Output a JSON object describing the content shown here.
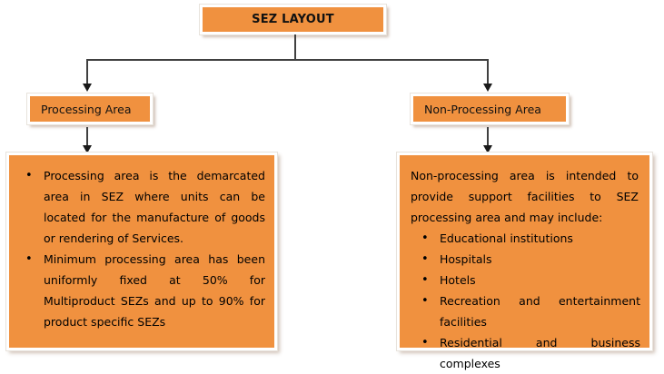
{
  "diagram": {
    "title_box": {
      "label": "SEZ LAYOUT"
    },
    "branches": [
      {
        "label": "Processing Area"
      },
      {
        "label": "Non-Processing Area"
      }
    ],
    "left_content": {
      "bullets": [
        "Processing area is the demarcated area in SEZ where units can be located for the manufacture of goods or rendering of Services.",
        "Minimum processing area has been uniformly fixed at 50% for Multiproduct SEZs and up to 90% for product specific SEZs"
      ]
    },
    "right_content": {
      "intro": "Non-processing area is intended to provide support facilities to SEZ processing area and may include:",
      "bullets": [
        "Educational institutions",
        "Hospitals",
        "Hotels",
        "Recreation and entertainment facilities",
        "Residential and business complexes"
      ]
    },
    "colors": {
      "box_fill": "#F0913F",
      "box_border": "#FFFFFF",
      "connector": "#404040",
      "text": "#111111",
      "background": "#FFFFFF"
    }
  }
}
